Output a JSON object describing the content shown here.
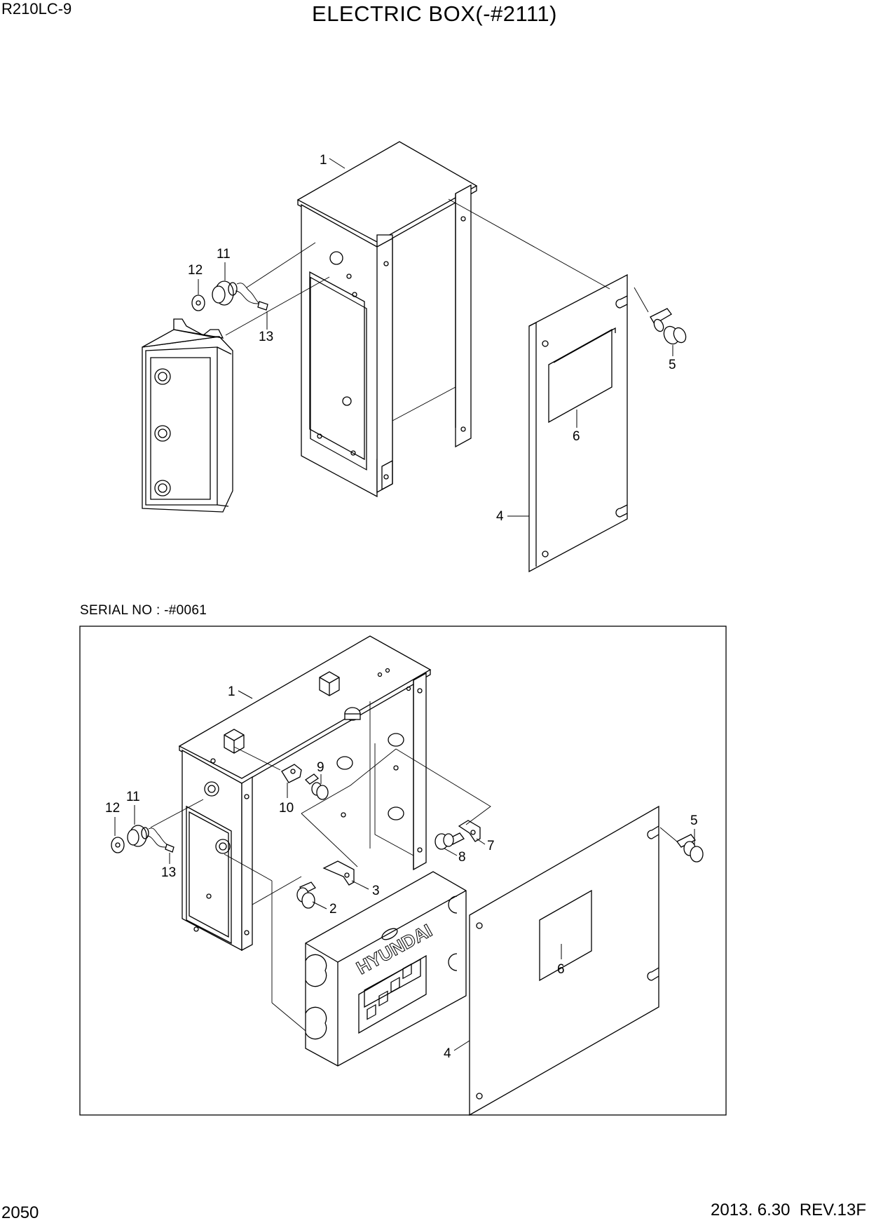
{
  "header": {
    "model": "R210LC-9",
    "title": "ELECTRIC BOX(-#2111)"
  },
  "serial_note": "SERIAL NO : -#0061",
  "footer": {
    "page_number": "2050",
    "revision": "2013. 6.30  REV.13F"
  },
  "top_diagram": {
    "labels": {
      "p1": "1",
      "p11": "11",
      "p12": "12",
      "p13": "13",
      "p5": "5",
      "p6": "6",
      "p4": "4"
    }
  },
  "bottom_diagram": {
    "brand_logo": "HYUNDAI",
    "labels": {
      "p1": "1",
      "p9": "9",
      "p10": "10",
      "p11": "11",
      "p12": "12",
      "p13": "13",
      "p2": "2",
      "p3": "3",
      "p7": "7",
      "p8": "8",
      "p5": "5",
      "p6": "6",
      "p4": "4"
    }
  }
}
